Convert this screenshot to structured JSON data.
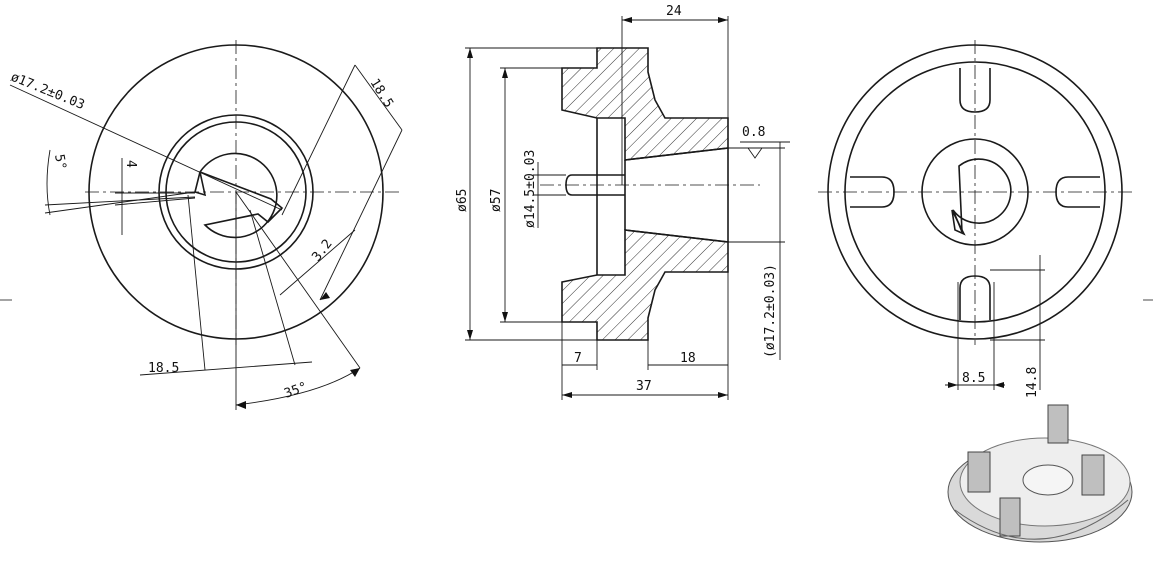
{
  "front_view": {
    "bore_dia": "ø17.2±0.03",
    "chord_top": "18.5",
    "angle_small": "5°",
    "offset": "4",
    "key_width": "3.2",
    "chord_bottom": "18.5",
    "angle_large": "35°"
  },
  "section_view": {
    "top_width": "24",
    "outer_dia": "ø65",
    "flange_dia": "ø57",
    "bore_dia": "ø14.5±0.03",
    "taper": "0.8",
    "ref_dia": "(ø17.2±0.03)",
    "flange_thk": "7",
    "hub_len": "18",
    "total_len": "37"
  },
  "end_view": {
    "slot_width": "8.5",
    "slot_depth": "14.8"
  },
  "iso_view": {
    "label": ""
  }
}
